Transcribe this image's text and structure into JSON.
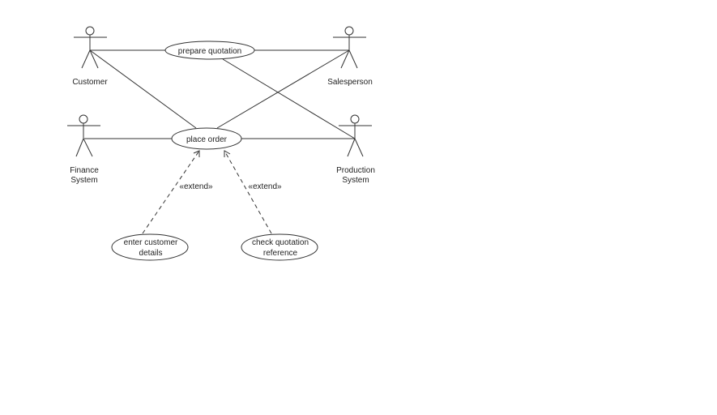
{
  "actors": {
    "customer": "Customer",
    "salesperson": "Salesperson",
    "finance_line1": "Finance",
    "finance_line2": "System",
    "production_line1": "Production",
    "production_line2": "System"
  },
  "use_cases": {
    "prepare_quotation": "prepare quotation",
    "place_order": "place order",
    "enter_details_line1": "enter customer",
    "enter_details_line2": "details",
    "check_ref_line1": "check quotation",
    "check_ref_line2": "reference"
  },
  "relations": {
    "extend_left": "«extend»",
    "extend_right": "«extend»"
  }
}
